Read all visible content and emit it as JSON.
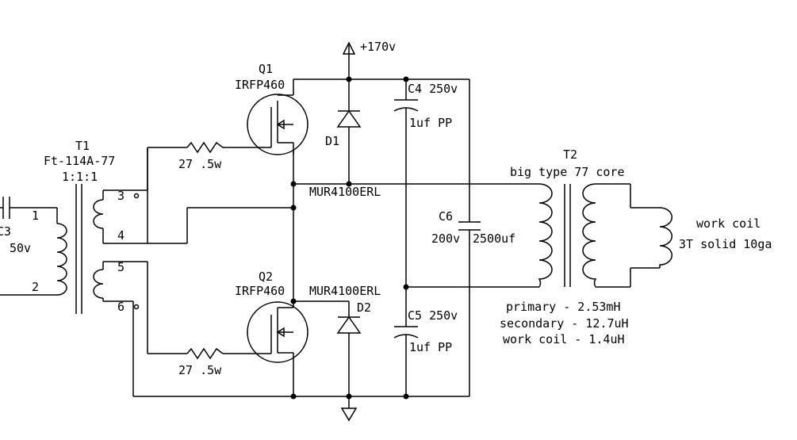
{
  "supply": {
    "positive": "+170v"
  },
  "q1": {
    "ref": "Q1",
    "part": "IRFP460",
    "gate_resistor": "27 .5w"
  },
  "q2": {
    "ref": "Q2",
    "part": "IRFP460",
    "gate_resistor": "27 .5w"
  },
  "d1": {
    "ref": "D1",
    "part": "MUR4100ERL"
  },
  "d2": {
    "ref": "D2",
    "part": "MUR4100ERL"
  },
  "c4": {
    "ref": "C4",
    "rating": "250v",
    "value": "1uf PP"
  },
  "c5": {
    "ref": "C5",
    "rating": "250v",
    "value": "1uf PP"
  },
  "c6": {
    "ref": "C6",
    "rating": "200v",
    "value": "2500uf"
  },
  "c3": {
    "ref": "C3",
    "rating": "50v"
  },
  "t1": {
    "ref": "T1",
    "part": "Ft-114A-77",
    "ratio": "1:1:1",
    "pins": {
      "p1": "1",
      "p2": "2",
      "p3": "3",
      "p4": "4",
      "p5": "5",
      "p6": "6"
    }
  },
  "t2": {
    "ref": "T2",
    "core": "big type 77 core",
    "specs": [
      "primary - 2.53mH",
      "secondary - 12.7uH",
      "work coil - 1.4uH"
    ]
  },
  "work_coil": {
    "title": "work coil",
    "desc": "3T solid 10ga"
  }
}
